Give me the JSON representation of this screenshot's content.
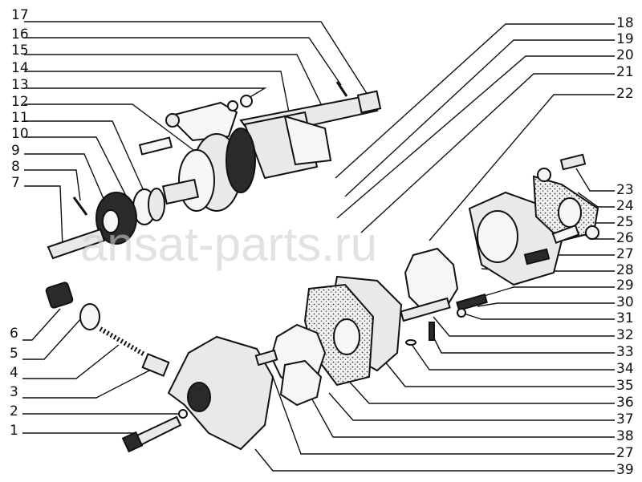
{
  "watermark": "ansat-parts.ru",
  "labels": {
    "l1": "1",
    "l2": "2",
    "l3": "3",
    "l4": "4",
    "l5": "5",
    "l6": "6",
    "l7": "7",
    "l8": "8",
    "l9": "9",
    "l10": "10",
    "l11": "11",
    "l12": "12",
    "l13": "13",
    "l14": "14",
    "l15": "15",
    "l16": "16",
    "l17": "17",
    "l18": "18",
    "l19": "19",
    "l20": "20",
    "l21": "21",
    "l22": "22",
    "l23": "23",
    "l24": "24",
    "l25": "25",
    "l26": "26",
    "l27a": "27",
    "l28": "28",
    "l29": "29",
    "l30": "30",
    "l31": "31",
    "l32": "32",
    "l33": "33",
    "l34": "34",
    "l35": "35",
    "l36": "36",
    "l37": "37",
    "l38": "38",
    "l27b": "27",
    "l39": "39"
  }
}
